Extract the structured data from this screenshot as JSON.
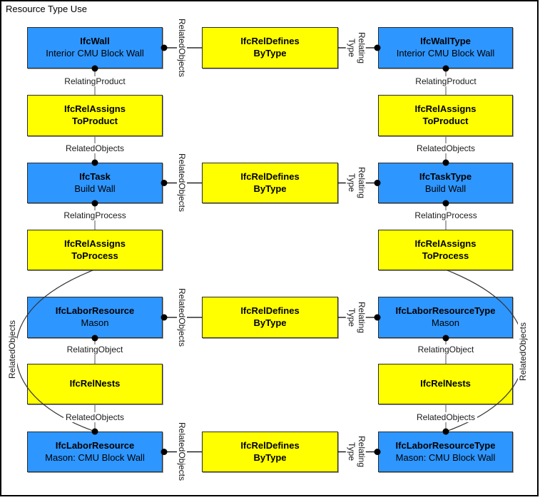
{
  "frame_title": "Resource Type Use",
  "colors": {
    "object_fill": "#2e96ff",
    "relationship_fill": "#ffff00",
    "connector_gray": "#888888",
    "connector_black": "#000000"
  },
  "columns": {
    "left": [
      {
        "line1": "IfcWall",
        "line2": "Interior CMU Block Wall"
      },
      {
        "line1": "IfcRelAssigns",
        "line2": "ToProduct"
      },
      {
        "line1": "IfcTask",
        "line2": "Build Wall"
      },
      {
        "line1": "IfcRelAssigns",
        "line2": "ToProcess"
      },
      {
        "line1": "IfcLaborResource",
        "line2": "Mason"
      },
      {
        "line1": "IfcRelNests",
        "line2": ""
      },
      {
        "line1": "IfcLaborResource",
        "line2": "Mason: CMU Block Wall"
      }
    ],
    "middle": [
      {
        "line1": "IfcRelDefines",
        "line2": "ByType"
      },
      {
        "line1": "IfcRelDefines",
        "line2": "ByType"
      },
      {
        "line1": "IfcRelDefines",
        "line2": "ByType"
      },
      {
        "line1": "IfcRelDefines",
        "line2": "ByType"
      }
    ],
    "right": [
      {
        "line1": "IfcWallType",
        "line2": "Interior CMU Block Wall"
      },
      {
        "line1": "IfcRelAssigns",
        "line2": "ToProduct"
      },
      {
        "line1": "IfcTaskType",
        "line2": "Build Wall"
      },
      {
        "line1": "IfcRelAssigns",
        "line2": "ToProcess"
      },
      {
        "line1": "IfcLaborResourceType",
        "line2": "Mason"
      },
      {
        "line1": "IfcRelNests",
        "line2": ""
      },
      {
        "line1": "IfcLaborResourceType",
        "line2": "Mason: CMU Block Wall"
      }
    ]
  },
  "labels": {
    "left_chain": [
      "RelatingProduct",
      "RelatedObjects",
      "RelatingProcess",
      "RelatingObject",
      "RelatedObjects"
    ],
    "right_chain": [
      "RelatingProduct",
      "RelatedObjects",
      "RelatingProcess",
      "RelatingObject",
      "RelatedObjects"
    ],
    "related_objects": "RelatedObjects",
    "relating_type": [
      "Relating",
      "Type"
    ],
    "arc_left": "RelatedObjects",
    "arc_right": "RelatedObjects"
  }
}
